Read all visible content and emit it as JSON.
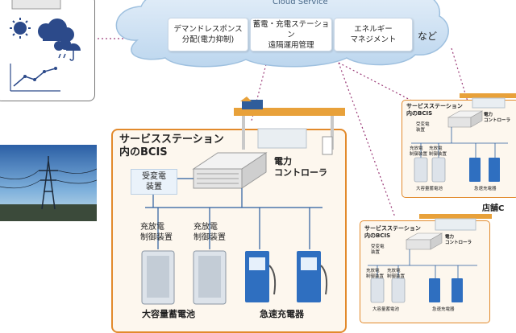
{
  "cloud": {
    "title": "Cloud Service",
    "services": [
      {
        "line1": "デマンドレスポンス",
        "line2": "分配(電力抑制)"
      },
      {
        "line1": "蓄電・充電ステーション",
        "line2": "遠隔運用管理"
      },
      {
        "line1": "エネルギー",
        "line2": "マネジメント"
      }
    ],
    "etc": "など"
  },
  "main": {
    "title_line1": "サービスステーション",
    "title_line2": "内のBCIS",
    "power_controller_line1": "電力",
    "power_controller_line2": "コントローラ",
    "substation_line1": "受変電",
    "substation_line2": "装置",
    "charger_ctrl_line1": "充放電",
    "charger_ctrl_line2": "制御装置",
    "battery_label": "大容量蓄電池",
    "fast_charger_label": "急速充電器"
  },
  "store_c": {
    "title_line1": "サービスステーション",
    "title_line2": "内のBCIS",
    "power_controller_line1": "電力",
    "power_controller_line2": "コントローラ",
    "substation_line1": "受変電",
    "substation_line2": "装置",
    "charger_ctrl_line1": "充放電",
    "charger_ctrl_line2": "制御装置",
    "battery_label": "大容量蓄電池",
    "fast_charger_label": "急速充電器",
    "store_label": "店舗C"
  },
  "store_d": {
    "title_line1": "サービスステーション",
    "title_line2": "内のBCIS",
    "power_controller_line1": "電力",
    "power_controller_line2": "コントローラ",
    "substation_line1": "受変電",
    "substation_line2": "装置",
    "charger_ctrl_line1": "充放電",
    "charger_ctrl_line2": "制御装置",
    "battery_label": "大容量蓄電池",
    "fast_charger_label": "急速充電器"
  },
  "colors": {
    "accent_orange": "#e28a2c",
    "link_purple": "#9b3b78",
    "line_blue": "#2a5d9f",
    "cloud_blue": "#cfe2f3"
  }
}
